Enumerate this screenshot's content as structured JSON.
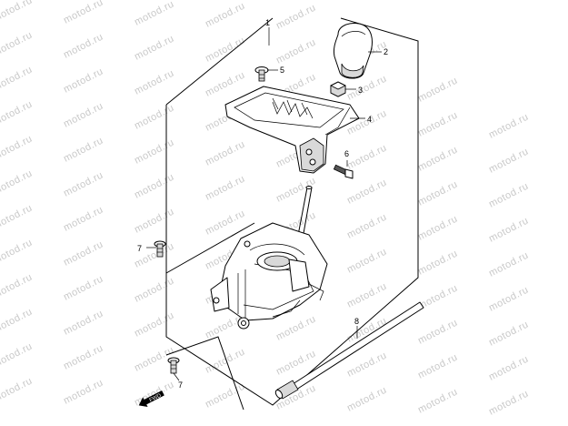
{
  "watermark": {
    "text": "motod.ru"
  },
  "callouts": [
    {
      "id": "c1",
      "label": "1"
    },
    {
      "id": "c2",
      "label": "2"
    },
    {
      "id": "c3",
      "label": "3"
    },
    {
      "id": "c4",
      "label": "4"
    },
    {
      "id": "c5",
      "label": "5"
    },
    {
      "id": "c6",
      "label": "6"
    },
    {
      "id": "c7a",
      "label": "7"
    },
    {
      "id": "c7b",
      "label": "7"
    },
    {
      "id": "c8",
      "label": "8"
    }
  ],
  "front_marker": {
    "label": "FWD"
  },
  "colors": {
    "line": "#000000",
    "watermark": "#c9c9c9",
    "background": "#ffffff"
  }
}
